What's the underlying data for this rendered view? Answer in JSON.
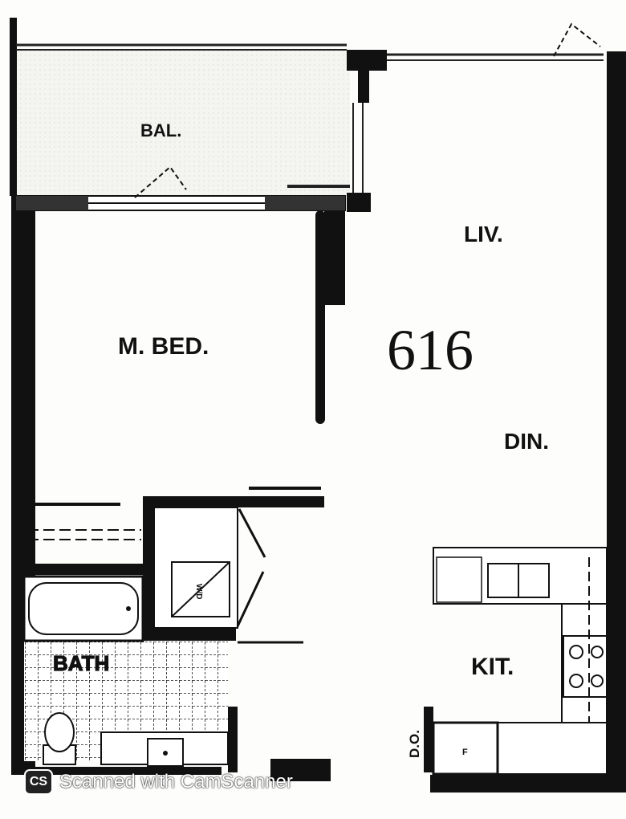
{
  "floorplan": {
    "unit_number": "616",
    "rooms": {
      "balcony": "BAL.",
      "living": "LIV.",
      "master_bedroom": "M. BED.",
      "dining": "DIN.",
      "bath": "BATH",
      "kitchen": "KIT."
    },
    "fixtures": {
      "washer_dryer": "W/D",
      "dryer_outlet": "D.O.",
      "fridge": "F"
    }
  },
  "watermark": {
    "logo": "CS",
    "text": "Scanned with CamScanner"
  }
}
